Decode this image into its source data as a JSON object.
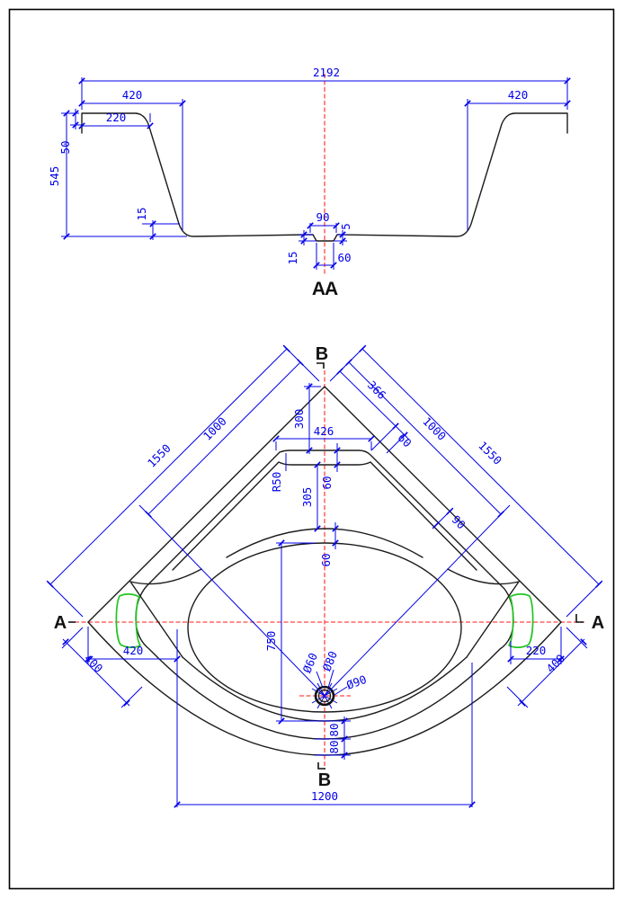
{
  "drawing": {
    "section": {
      "label": "AA",
      "overall_width": "2192",
      "rim_left_420": "420",
      "rim_left_220": "220",
      "rim_right_420": "420",
      "total_height": "545",
      "rim_drop_50": "50",
      "floor_edge_15": "15",
      "recess_width_90": "90",
      "recess_depth_5": "5",
      "floor_center_15": "15",
      "recess_offset_60": "60"
    },
    "plan": {
      "marker_top": "B",
      "marker_bottom": "B",
      "marker_left": "A",
      "marker_right": "A",
      "left_outer_1550": "1550",
      "left_inner_1000": "1000",
      "right_inner_1000": "1000",
      "right_outer_1550": "1550",
      "edge_366": "366",
      "edge_60": "60",
      "corner_300": "300",
      "top_426": "426",
      "offset_60": "60",
      "radius_r50": "R50",
      "depth_305": "305",
      "gap_60": "60",
      "band_90": "90",
      "drain_750": "750",
      "drain_d60": "Ø60",
      "drain_d80": "Ø80",
      "drain_d90": "Ø90",
      "handle_420": "420",
      "corner_400_left": "400",
      "handle_220": "220",
      "corner_400_right": "400",
      "apron_80_a": "80",
      "apron_80_b": "80",
      "front_1200": "1200"
    }
  }
}
